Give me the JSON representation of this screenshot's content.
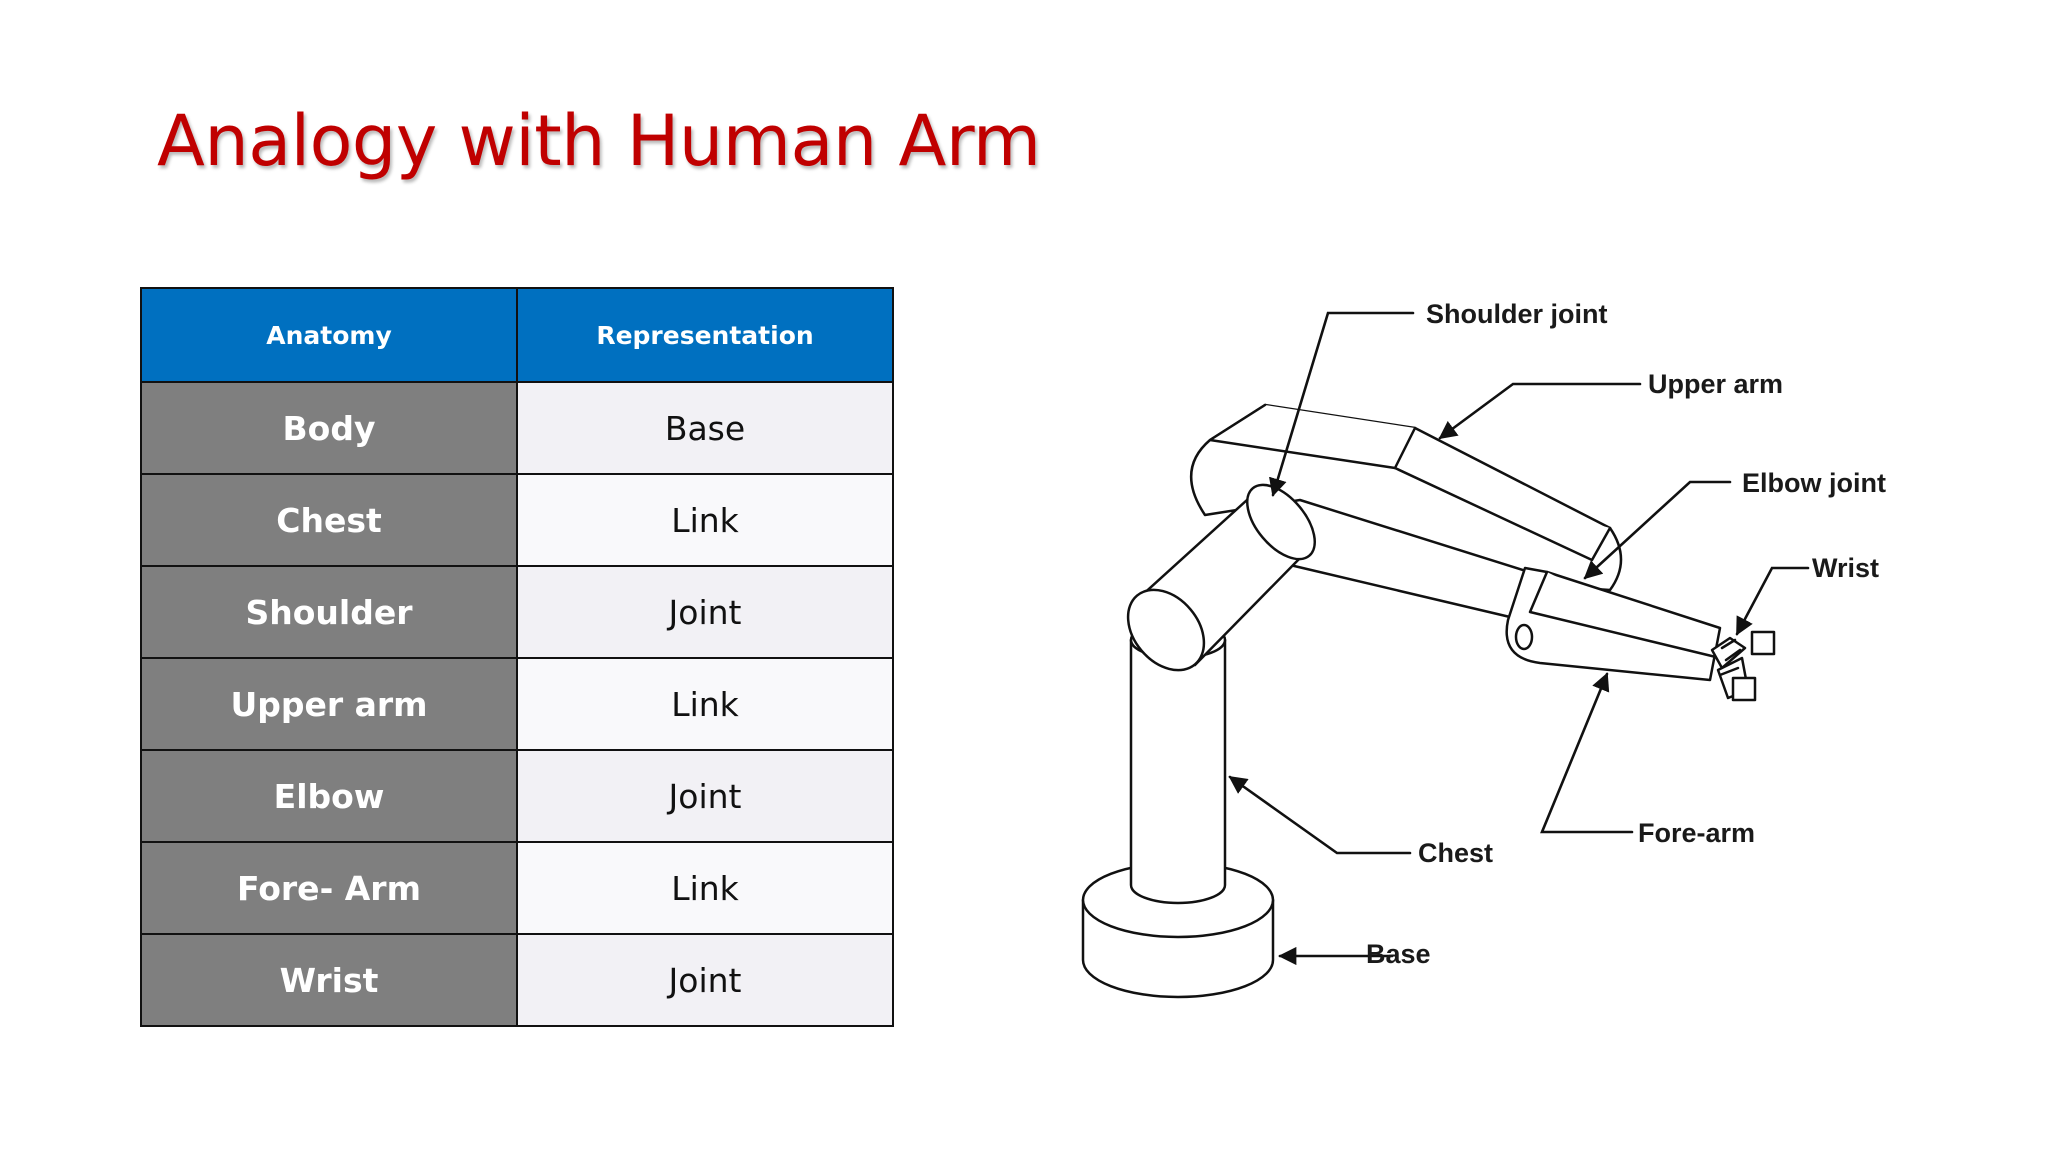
{
  "slide": {
    "title": "Analogy with Human Arm"
  },
  "table": {
    "headers": [
      "Anatomy",
      "Representation"
    ],
    "rows": [
      [
        "Body",
        "Base"
      ],
      [
        "Chest",
        "Link"
      ],
      [
        "Shoulder",
        "Joint"
      ],
      [
        "Upper arm",
        "Link"
      ],
      [
        "Elbow",
        "Joint"
      ],
      [
        "Fore- Arm",
        "Link"
      ],
      [
        "Wrist",
        "Joint"
      ]
    ],
    "colors": {
      "header_bg": "#0070c0",
      "anatomy_bg": "#7f7f7f",
      "title": "#c00000"
    }
  },
  "diagram": {
    "labels": {
      "shoulder_joint": "Shoulder joint",
      "upper_arm": "Upper arm",
      "elbow_joint": "Elbow joint",
      "wrist": "Wrist",
      "chest": "Chest",
      "fore_arm": "Fore-arm",
      "base": "Base"
    }
  }
}
